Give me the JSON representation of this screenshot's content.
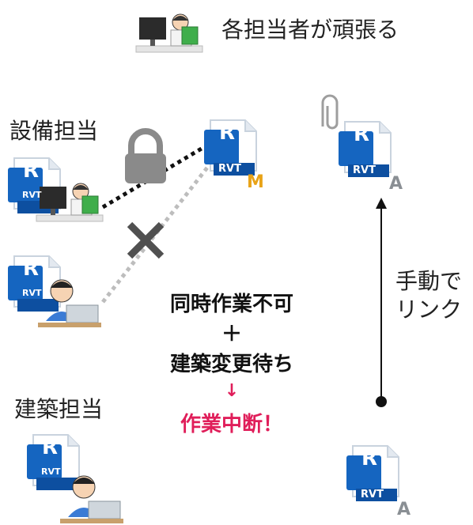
{
  "header": {
    "caption": "各担当者が頑張る"
  },
  "roles": {
    "mep": "設備担当",
    "arch": "建築担当"
  },
  "rvt": {
    "logo_letter": "R",
    "label": "RVT",
    "badge_model": "M",
    "badge_linked": "A"
  },
  "manual_link": {
    "line1": "手動で",
    "line2": "リンク"
  },
  "status": {
    "line1": "同時作業不可",
    "plus": "＋",
    "line2": "建築変更待ち",
    "arrow": "↓",
    "result": "作業中断！"
  },
  "colors": {
    "rvt_blue": "#1565c0",
    "badge_yellow": "#e8a317",
    "badge_gray": "#8a8f94",
    "alert_pink": "#e01e5a"
  },
  "icons": [
    "padlock-icon",
    "paperclip-icon",
    "cross-icon",
    "arrow-up-icon"
  ]
}
